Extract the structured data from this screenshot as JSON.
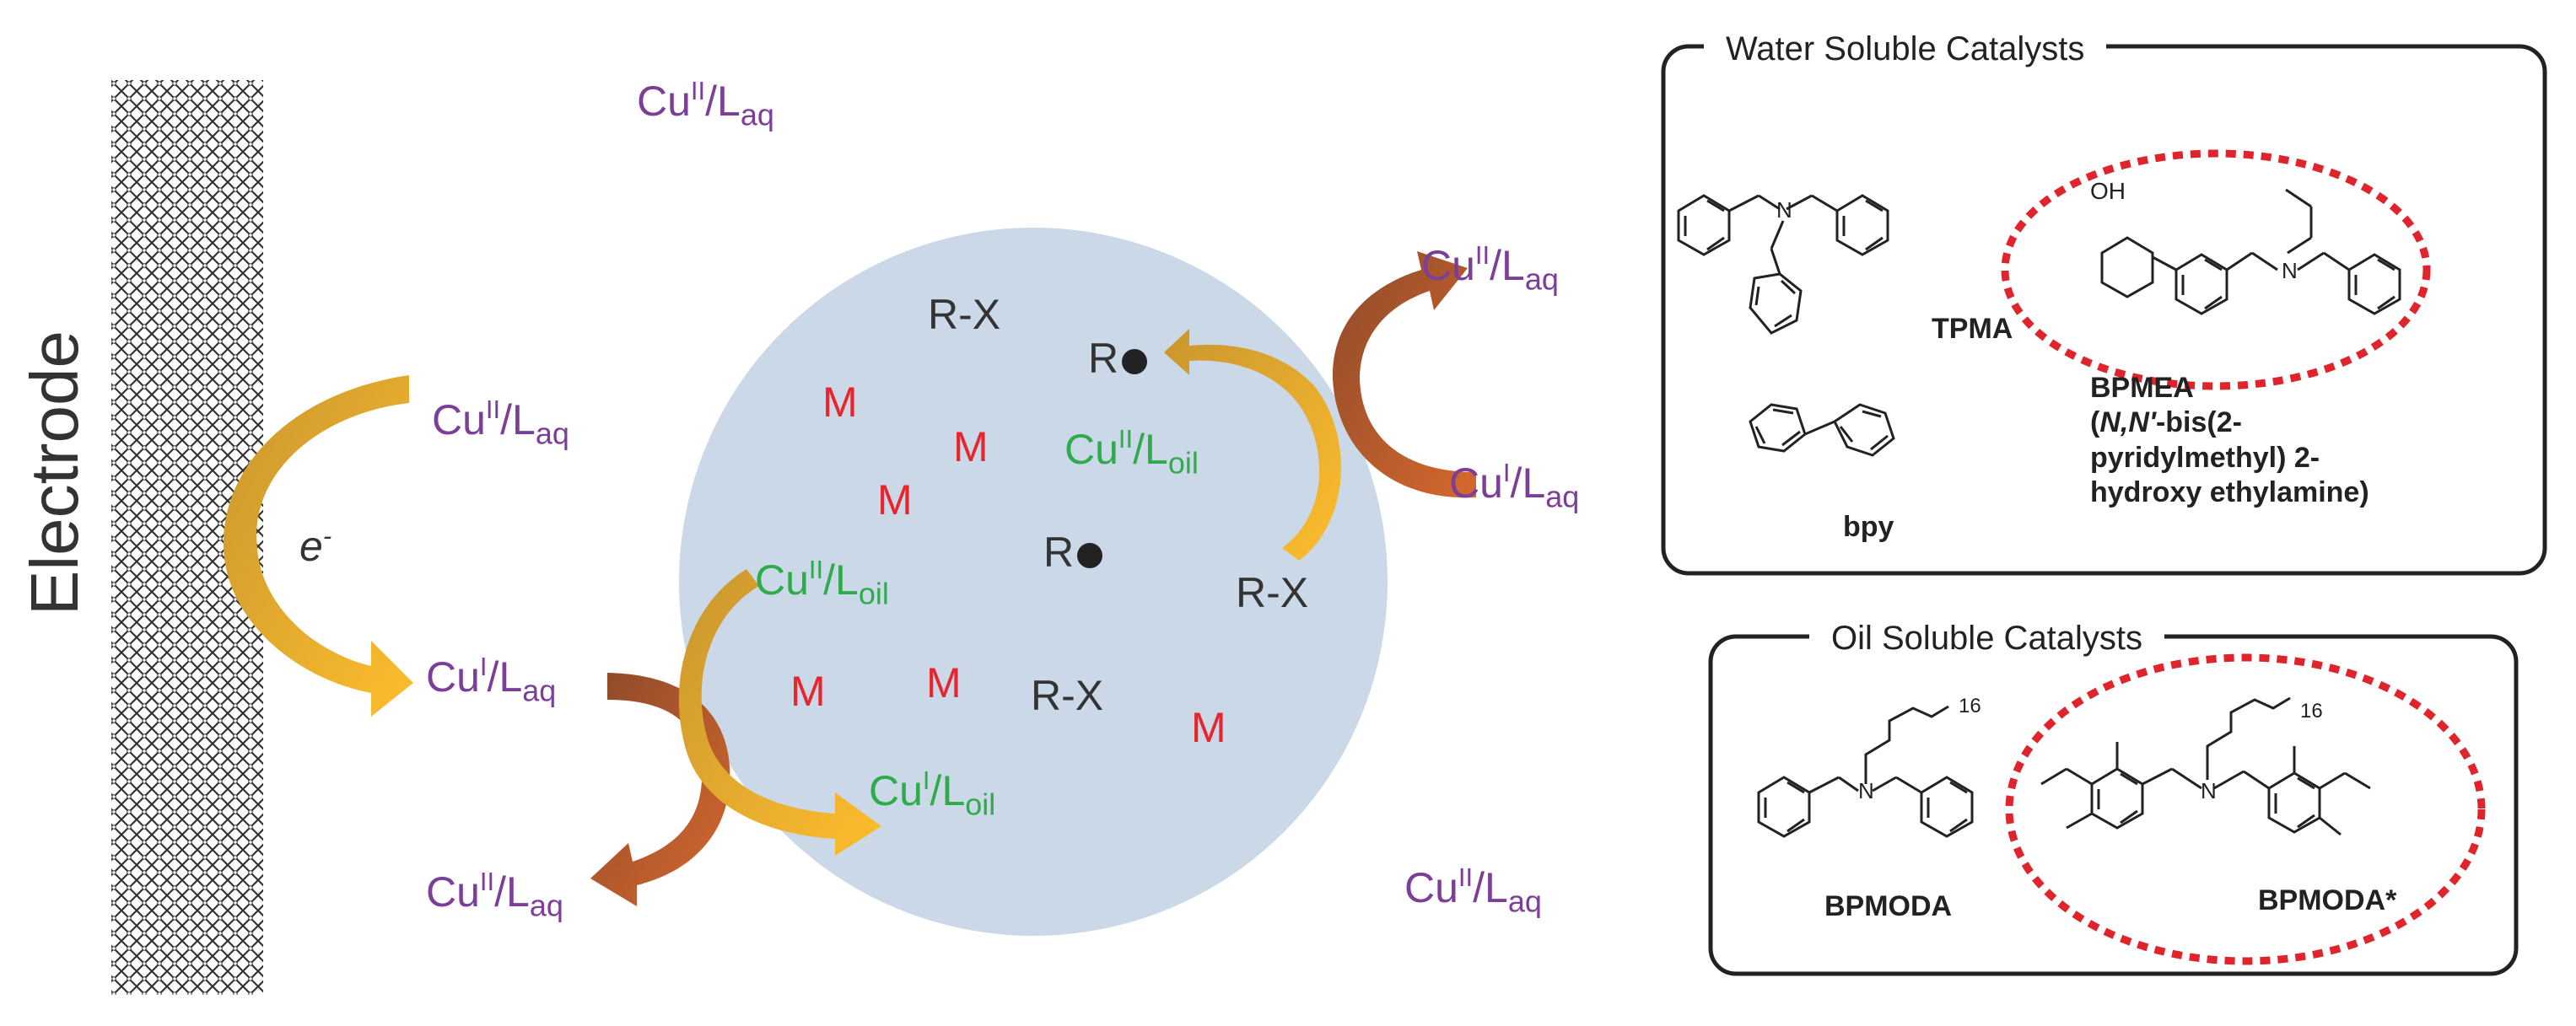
{
  "electrode_label": "Electrode",
  "electron": {
    "symbol": "e",
    "charge": "-"
  },
  "species": {
    "cu2_aq": {
      "base": "Cu",
      "ox": "II",
      "ligand": "/L",
      "phase": "aq"
    },
    "cu1_aq": {
      "base": "Cu",
      "ox": "I",
      "ligand": "/L",
      "phase": "aq"
    },
    "cu2_oil": {
      "base": "Cu",
      "ox": "II",
      "ligand": "/L",
      "phase": "oil"
    },
    "cu1_oil": {
      "base": "Cu",
      "ox": "I",
      "ligand": "/L",
      "phase": "oil"
    }
  },
  "droplet": {
    "initiator": "R-X",
    "radical": "R",
    "monomer": "M"
  },
  "water_panel": {
    "title": "Water Soluble Catalysts",
    "tpma": "TPMA",
    "bpy": "bpy",
    "bpmea_line1": "BPMEA",
    "bpmea_line2_italic": "N,N'",
    "bpmea_line2_rest": "-bis(2-",
    "bpmea_line3": "pyridylmethyl) 2-",
    "bpmea_line4": "hydroxy ethylamine)",
    "bpmea_open_paren": "(",
    "oh": "OH"
  },
  "oil_panel": {
    "title": "Oil Soluble Catalysts",
    "bpmoda": "BPMODA",
    "bpmoda_star": "BPMODA*",
    "chain_count_1": "16",
    "chain_count_2": "16"
  },
  "colors": {
    "aqueous_species": "#7b3f98",
    "oil_species": "#2eab4a",
    "monomer": "#e8242c",
    "droplet_fill": "#cbd8e8",
    "arrow_yellow": "#fbb72c",
    "arrow_brown": "#a0522d",
    "highlight_ring": "#e0242c"
  }
}
